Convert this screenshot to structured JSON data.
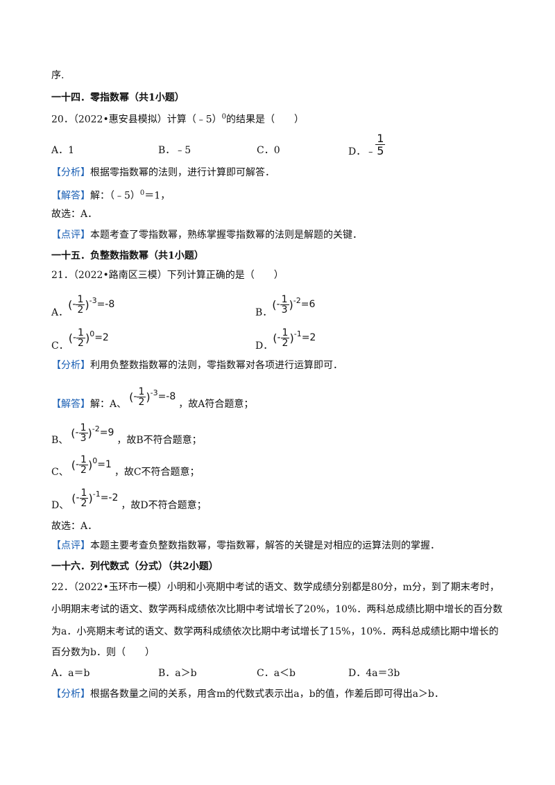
{
  "lines": {
    "l0": "序.",
    "s14": "一十四．零指数幂（共1小题）",
    "q20": "20．（2022•惠安县模拟）计算（﹣5）",
    "q20sup": "0",
    "q20end": "的结果是（　　）",
    "q20A": "A．1",
    "q20B": "B．﹣5",
    "q20C": "C．0",
    "q20D": "D．﹣",
    "q20Dnum": "1",
    "q20Dden": "5",
    "tagAnalysis": "【分析】",
    "tagAnswer": "【解答】",
    "tagComment": "【点评】",
    "a20": "根据零指数幂的法则，进行计算即可解答．",
    "ans20a": "解：（﹣5）",
    "ans20sup": "0",
    "ans20b": "＝1，",
    "choose20": "故选：A．",
    "c20": "本题考查了零指数幂，熟练掌握零指数幂的法则是解题的关键．",
    "s15": "一十五．负整数指数幂（共1小题）",
    "q21": "21．（2022•路南区三模）下列计算正确的是（　　）",
    "a21": "利用负整数指数幂的法则，零指数幂对各项进行运算即可．",
    "ans21": "解：A、",
    "ans21A": "，故A符合题意；",
    "ans21B": "，故B不符合题意；",
    "ans21C": "，故C不符合题意；",
    "ans21D": "，故D不符合题意；",
    "choose21": "故选：A．",
    "c21": "本题主要考查负整数指数幂，零指数幂，解答的关键是对相应的运算法则的掌握．",
    "s16": "一十六．列代数式（分式）（共2小题）",
    "q22l1": "22．（2022•玉环市一模）小明和小亮期中考试的语文、数学成绩分别都是80分，m分，到了期末考时，",
    "q22l2": "小明期末考试的语文、数学两科成绩依次比期中考试增长了20%，10%．两科总成绩比期中增长的百分数",
    "q22l3": "为a．小亮期末考试的语文、数学两科成绩依次比期中考试增长了15%，10%．两科总成绩比期中增长的",
    "q22l4": "百分数为b．则（　　）",
    "q22A": "A．a＝b",
    "q22B": "B．a＞b",
    "q22C": "C．a＜b",
    "q22D": "D．4a＝3b",
    "a22": "根据各数量之间的关系，用含m的代数式表示出a，b的值，作差后即可得出a＞b．"
  },
  "options21": {
    "A": {
      "letter": "A．",
      "num": "1",
      "den": "2",
      "neg": "-",
      "exp": "-3",
      "rhs": "=-8"
    },
    "B": {
      "letter": "B．",
      "num": "1",
      "den": "3",
      "neg": "-",
      "exp": "-2",
      "rhs": "=6"
    },
    "C": {
      "letter": "C．",
      "num": "1",
      "den": "2",
      "neg": "-",
      "exp": "0",
      "rhs": "=2"
    },
    "D": {
      "letter": "D．",
      "num": "1",
      "den": "2",
      "neg": "-",
      "exp": "-1",
      "rhs": "=2"
    }
  },
  "answers21": {
    "A": {
      "letter": "",
      "num": "1",
      "den": "2",
      "neg": "-",
      "exp": "-3",
      "rhs": "=-8"
    },
    "B": {
      "letter": "B、",
      "num": "1",
      "den": "3",
      "neg": "-",
      "exp": "-2",
      "rhs": "=9"
    },
    "C": {
      "letter": "C、",
      "num": "1",
      "den": "2",
      "neg": "-",
      "exp": "0",
      "rhs": "=1"
    },
    "D": {
      "letter": "D、",
      "num": "1",
      "den": "2",
      "neg": "-",
      "exp": "-1",
      "rhs": "=-2"
    }
  },
  "colors": {
    "tag": "#1a5fb4",
    "text": "#111111"
  }
}
